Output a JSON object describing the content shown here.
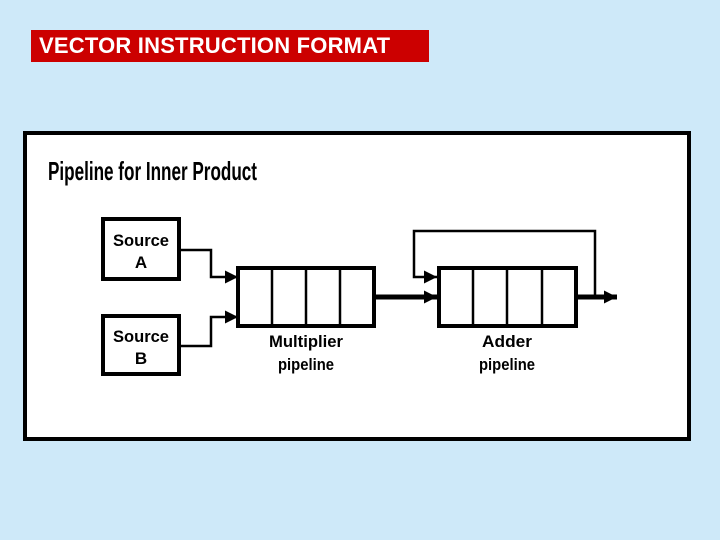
{
  "colors": {
    "background": "#cee9f9",
    "banner_bg": "#cc0000",
    "banner_text": "#ffffff",
    "panel_bg": "#ffffff",
    "ink": "#000000"
  },
  "banner": {
    "title": "VECTOR INSTRUCTION FORMAT"
  },
  "panel": {
    "heading": "Pipeline for Inner Product",
    "diagram": {
      "source_a": {
        "line1": "Source",
        "line2": "A"
      },
      "source_b": {
        "line1": "Source",
        "line2": "B"
      },
      "multiplier": {
        "stages": 4,
        "label_line1": "Multiplier",
        "label_line2": "pipeline"
      },
      "adder": {
        "stages": 4,
        "label_line1": "Adder",
        "label_line2": "pipeline"
      }
    }
  }
}
